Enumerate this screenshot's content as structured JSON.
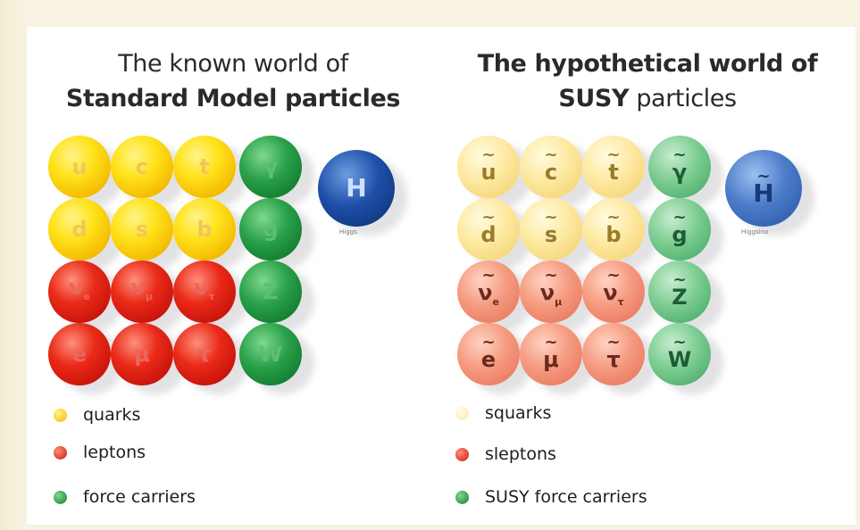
{
  "left": {
    "title_line1": "The known world of",
    "title_line2": "Standard Model particles",
    "particles": {
      "u": "u",
      "c": "c",
      "t": "t",
      "gamma": "γ",
      "d": "d",
      "s": "s",
      "b": "b",
      "g": "g",
      "ve": "ν",
      "ve_sub": "e",
      "vmu": "ν",
      "vmu_sub": "μ",
      "vtau": "ν",
      "vtau_sub": "τ",
      "z": "Z",
      "e": "e",
      "mu": "μ",
      "tau": "τ",
      "w": "W",
      "h": "H"
    },
    "higgs_label": "Higgs",
    "legend": [
      "quarks",
      "leptons",
      "force carriers"
    ]
  },
  "right": {
    "title_line1_bold": "The hypothetical world of",
    "title_line2_bold": "SUSY",
    "title_line2_rest": " particles",
    "tilde": "~",
    "particles": {
      "u": "u",
      "c": "c",
      "t": "t",
      "gamma": "γ",
      "d": "d",
      "s": "s",
      "b": "b",
      "g": "g",
      "ve": "ν",
      "ve_sub": "e",
      "vmu": "ν",
      "vmu_sub": "μ",
      "vtau": "ν",
      "vtau_sub": "τ",
      "z": "Z",
      "e": "e",
      "mu": "μ",
      "tau": "τ",
      "w": "W",
      "h": "H"
    },
    "higgsino_label": "Higgsino",
    "legend": [
      "squarks",
      "sleptons",
      "SUSY force carriers"
    ]
  }
}
